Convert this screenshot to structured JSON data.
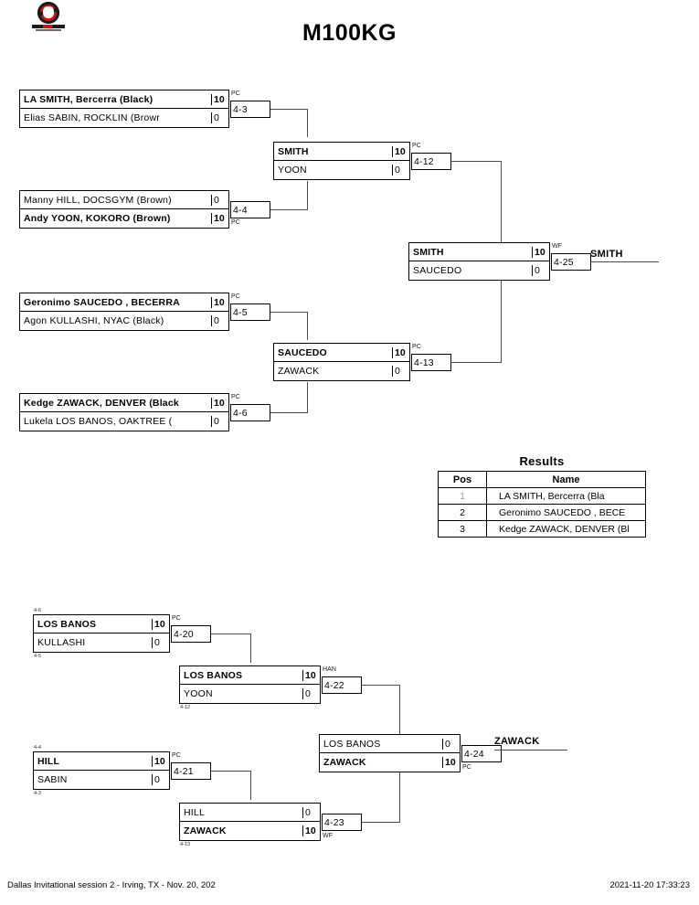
{
  "header": {
    "title": "M100KG",
    "logo_name": "tournament-logo"
  },
  "winners_bracket": {
    "round1": [
      {
        "bout": "4-3",
        "tag_top": "PC",
        "tag_bottom": "",
        "top": {
          "name": "LA SMITH, Bercerra (Black)",
          "score": "10",
          "winner": true
        },
        "bottom": {
          "name": "Elias SABIN, ROCKLIN (Browr",
          "score": "0",
          "winner": false
        }
      },
      {
        "bout": "4-4",
        "tag_top": "",
        "tag_bottom": "PC",
        "top": {
          "name": "Manny HILL, DOCSGYM (Brown)",
          "score": "0",
          "winner": false
        },
        "bottom": {
          "name": "Andy YOON, KOKORO (Brown)",
          "score": "10",
          "winner": true
        }
      },
      {
        "bout": "4-5",
        "tag_top": "PC",
        "tag_bottom": "",
        "top": {
          "name": "Geronimo SAUCEDO , BECERRA",
          "score": "10",
          "winner": true
        },
        "bottom": {
          "name": "Agon KULLASHI, NYAC (Black)",
          "score": "0",
          "winner": false
        }
      },
      {
        "bout": "4-6",
        "tag_top": "PC",
        "tag_bottom": "",
        "top": {
          "name": "Kedge ZAWACK, DENVER (Black",
          "score": "10",
          "winner": true
        },
        "bottom": {
          "name": "Lukela LOS BANOS, OAKTREE (",
          "score": "0",
          "winner": false
        }
      }
    ],
    "round2": [
      {
        "bout": "4-12",
        "tag_top": "PC",
        "tag_bottom": "",
        "top": {
          "name": "SMITH",
          "score": "10",
          "winner": true
        },
        "bottom": {
          "name": "YOON",
          "score": "0",
          "winner": false
        }
      },
      {
        "bout": "4-13",
        "tag_top": "PC",
        "tag_bottom": "",
        "top": {
          "name": "SAUCEDO",
          "score": "10",
          "winner": true
        },
        "bottom": {
          "name": "ZAWACK",
          "score": "0",
          "winner": false
        }
      }
    ],
    "final": {
      "bout": "4-25",
      "tag_top": "WF",
      "tag_bottom": "",
      "top": {
        "name": "SMITH",
        "score": "10",
        "winner": true
      },
      "bottom": {
        "name": "SAUCEDO",
        "score": "0",
        "winner": false
      },
      "champion": "SMITH"
    }
  },
  "repechage_bracket": {
    "round1": [
      {
        "bout": "4-20",
        "tag_top": "PC",
        "tag_bottom": "",
        "ref_top": "4-6",
        "ref_bottom": "4-5",
        "top": {
          "name": "LOS BANOS",
          "score": "10",
          "winner": true
        },
        "bottom": {
          "name": "KULLASHI",
          "score": "0",
          "winner": false
        }
      },
      {
        "bout": "4-21",
        "tag_top": "PC",
        "tag_bottom": "",
        "ref_top": "4-4",
        "ref_bottom": "4-3",
        "top": {
          "name": "HILL",
          "score": "10",
          "winner": true
        },
        "bottom": {
          "name": "SABIN",
          "score": "0",
          "winner": false
        }
      }
    ],
    "round2": [
      {
        "bout": "4-22",
        "tag_top": "HAN",
        "tag_bottom": "",
        "ref_bottom": "4-12",
        "top": {
          "name": "LOS BANOS",
          "score": "10",
          "winner": true
        },
        "bottom": {
          "name": "YOON",
          "score": "0",
          "winner": false
        }
      },
      {
        "bout": "4-23",
        "tag_top": "",
        "tag_bottom": "WF",
        "ref_bottom": "4-13",
        "top": {
          "name": "HILL",
          "score": "0",
          "winner": false
        },
        "bottom": {
          "name": "ZAWACK",
          "score": "10",
          "winner": true
        }
      }
    ],
    "final": {
      "bout": "4-24",
      "tag_top": "",
      "tag_bottom": "PC",
      "top": {
        "name": "LOS BANOS",
        "score": "0",
        "winner": false
      },
      "bottom": {
        "name": "ZAWACK",
        "score": "10",
        "winner": true
      },
      "champion": "ZAWACK"
    }
  },
  "results": {
    "title": "Results",
    "columns": [
      "Pos",
      "Name"
    ],
    "rows": [
      {
        "pos": "1",
        "name": "LA SMITH, Bercerra (Bla"
      },
      {
        "pos": "2",
        "name": "Geronimo SAUCEDO , BECE"
      },
      {
        "pos": "3",
        "name": "Kedge ZAWACK, DENVER (Bl"
      }
    ]
  },
  "footer": {
    "event": "Dallas Invitational session 2 - Irving, TX - Nov. 20, 202",
    "timestamp": "2021-11-20 17:33:23"
  }
}
